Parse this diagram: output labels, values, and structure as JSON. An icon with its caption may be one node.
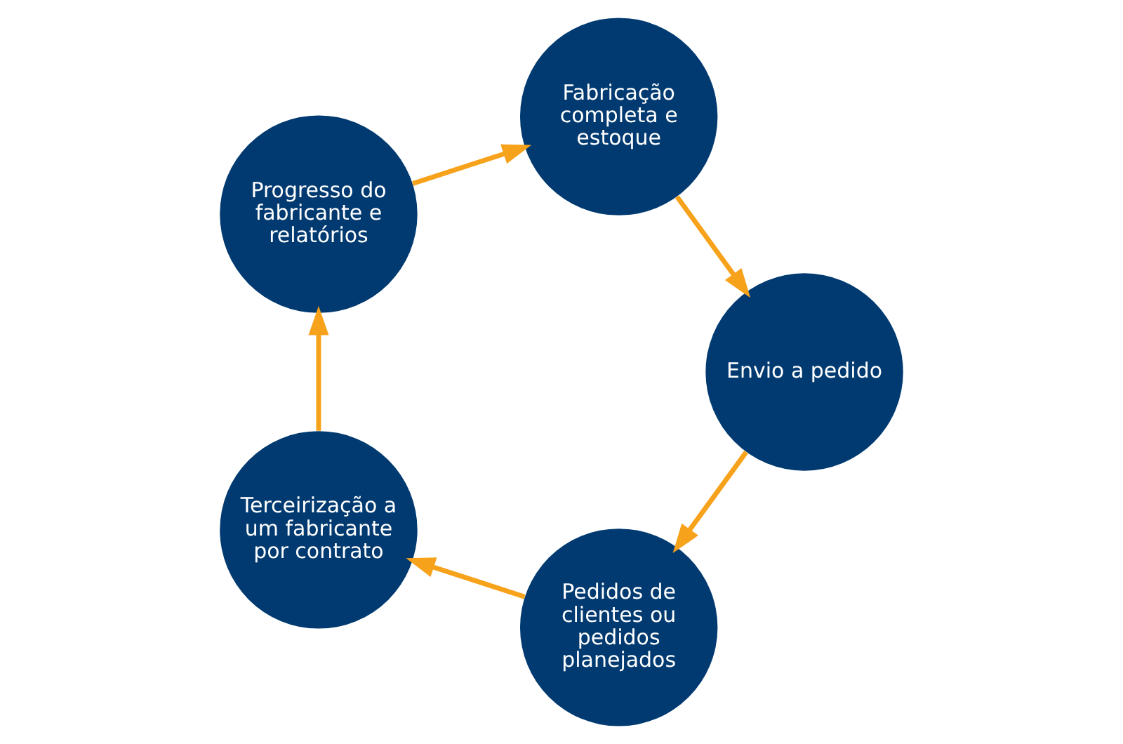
{
  "diagram": {
    "nodes": [
      {
        "text": [
          "Pedidos de clientes ou pedidos planejados"
        ]
      },
      {
        "text": [
          "Terceirização a um fabricante por contrato"
        ]
      },
      {
        "text": [
          "Progresso do fabricante e relatórios"
        ]
      },
      {
        "text": [
          "Fabricação completa e estoque"
        ]
      },
      {
        "text": [
          "Envio a pedido"
        ]
      }
    ],
    "edges": [
      {
        "from": 0,
        "to": 1,
        "arrow": "to"
      },
      {
        "from": 1,
        "to": 2,
        "arrow": "to"
      },
      {
        "from": 2,
        "to": 3,
        "arrow": "to"
      },
      {
        "from": 3,
        "to": 4,
        "arrow": "to"
      },
      {
        "from": 4,
        "to": 0,
        "arrow": "to"
      }
    ]
  }
}
